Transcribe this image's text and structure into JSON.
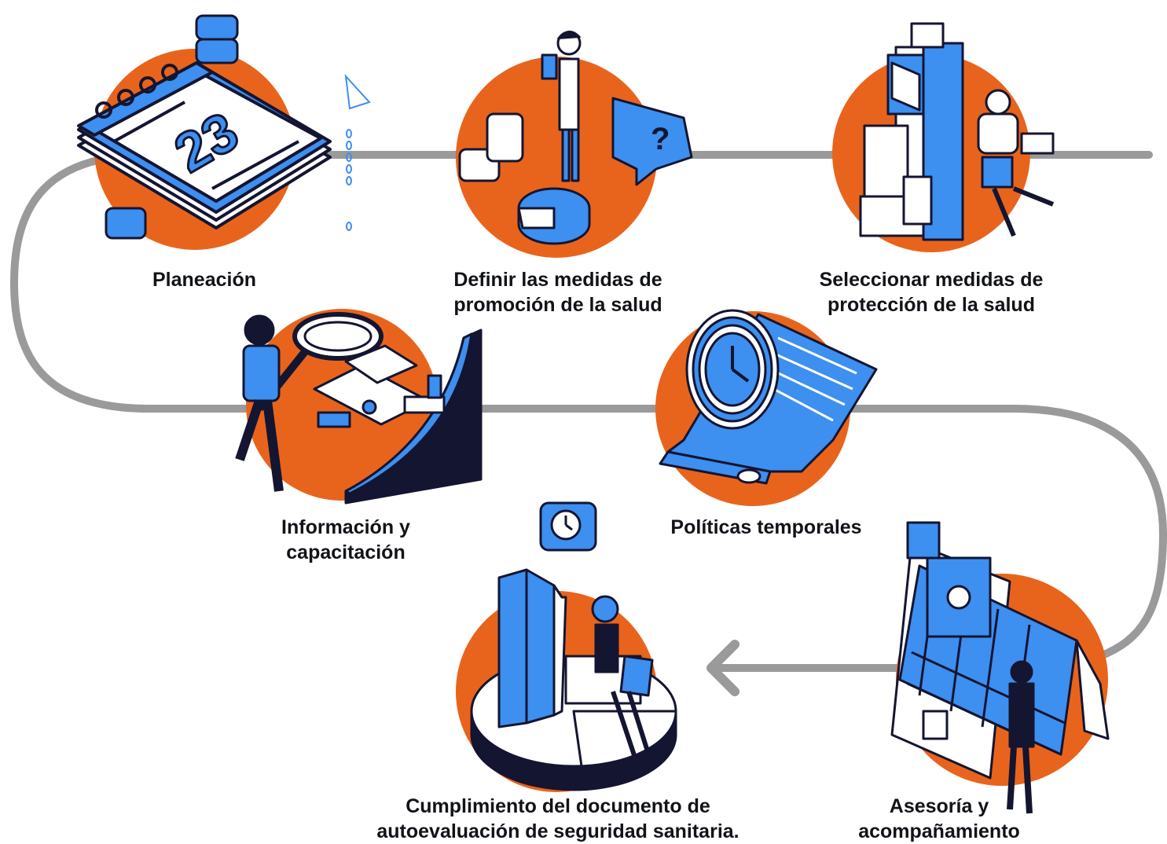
{
  "colors": {
    "orange": "#E8641C",
    "blue": "#3D8FF0",
    "navy": "#141531",
    "path_gray": "#9A9A9A",
    "text": "#111318"
  },
  "steps": [
    {
      "id": "planeacion",
      "icon": "calendar-icon",
      "lines": [
        "Planeación"
      ]
    },
    {
      "id": "definir",
      "icon": "doctor-icon",
      "lines": [
        "Definir las medidas de",
        "promoción de la salud"
      ]
    },
    {
      "id": "seleccionar",
      "icon": "server-robot-icon",
      "lines": [
        "Seleccionar medidas de",
        "protección de la salud"
      ]
    },
    {
      "id": "informacion",
      "icon": "magnifier-icon",
      "lines": [
        "Información y",
        "capacitación"
      ]
    },
    {
      "id": "politicas",
      "icon": "clock-document-icon",
      "lines": [
        "Políticas temporales"
      ]
    },
    {
      "id": "asesoria",
      "icon": "calendar-board-icon",
      "lines": [
        "Asesoría y",
        "acompañamiento"
      ]
    },
    {
      "id": "cumplimiento",
      "icon": "pie-chart-person-icon",
      "lines": [
        "Cumplimiento del documento de",
        "autoevaluación de seguridad sanitaria."
      ]
    }
  ],
  "calendar_day": "23"
}
